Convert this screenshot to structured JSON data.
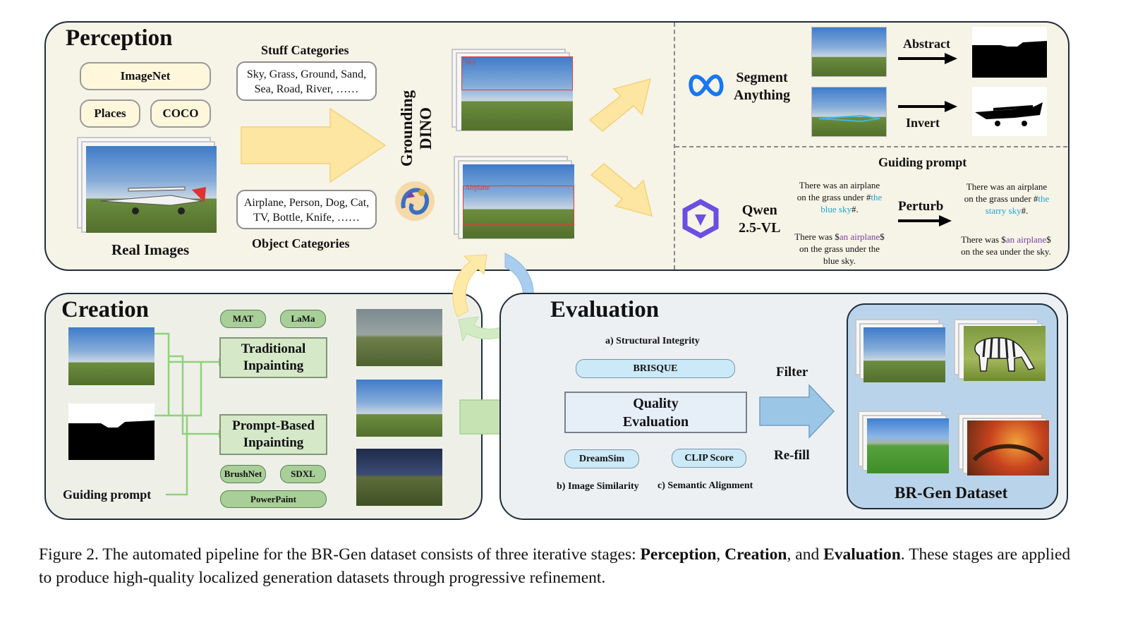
{
  "perception": {
    "title": "Perception",
    "datasets": [
      "ImageNet",
      "Places",
      "COCO"
    ],
    "real_images_label": "Real Images",
    "stuff_title": "Stuff Categories",
    "stuff_items": "Sky, Grass, Ground, Sand,\nSea, Road, River, ……",
    "object_title": "Object Categories",
    "object_items": "Airplane, Person, Dog, Cat,\nTV, Bottle, Knife, ……",
    "grounding_label": "Grounding\nDINO",
    "box_sky_label": "Sky",
    "box_airplane_label": "Airplane",
    "segment_label": "Segment\nAnything",
    "abstract_label": "Abstract",
    "invert_label": "Invert",
    "guiding_prompt_title": "Guiding prompt",
    "qwen_label": "Qwen\n2.5-VL",
    "perturb_label": "Perturb",
    "prompt1_before": {
      "pre": "There was an airplane\non the grass under #",
      "hl": "the\nblue sky",
      "post": "#."
    },
    "prompt1_after": {
      "pre": "There was an airplane\non the grass under #",
      "hl": "the\nstarry sky",
      "post": "#."
    },
    "prompt2_before": {
      "pre": "There was $",
      "hl": "an airplane",
      "post": "$\non the grass under the\nblue sky."
    },
    "prompt2_after": {
      "pre": "There was $",
      "hl": "an airplane",
      "post": "$\non the sea under the sky."
    }
  },
  "creation": {
    "title": "Creation",
    "traditional_methods": [
      "MAT",
      "LaMa"
    ],
    "traditional_label": "Traditional\nInpainting",
    "prompt_based_label": "Prompt-Based\nInpainting",
    "prompt_methods": [
      "BrushNet",
      "SDXL"
    ],
    "powerpaint_label": "PowerPaint",
    "guiding_prompt_label": "Guiding prompt"
  },
  "evaluation": {
    "title": "Evaluation",
    "structural_label": "a) Structural Integrity",
    "brisque_label": "BRISQUE",
    "quality_label": "Quality\nEvaluation",
    "dreamsim_label": "DreamSim",
    "clip_label": "CLIP Score",
    "similarity_label": "b) Image Similarity",
    "semantic_label": "c) Semantic Alignment",
    "filter_label": "Filter",
    "refill_label": "Re-fill",
    "dataset_label": "BR-Gen Dataset"
  },
  "caption": {
    "prefix": "Figure 2. The automated pipeline for the BR-Gen dataset consists of three iterative stages: ",
    "s1": "Perception",
    "sep1": ", ",
    "s2": "Creation",
    "sep2": ", and ",
    "s3": "Evaluation",
    "suffix": ". These stages are applied to produce high-quality localized generation datasets through progressive refinement."
  },
  "colors": {
    "perception_bg": "#f6f3e7",
    "creation_bg": "#eef0e8",
    "evaluation_bg": "#edf0f3",
    "dataset_bg": "#b9d4ea",
    "yellow_arrow": "#fde6a2",
    "green_arrow": "#c6e3b3",
    "blue_arrow": "#9cc6e6",
    "meta_blue": "#1877f2",
    "qwen_purple": "#6a4fe0"
  }
}
